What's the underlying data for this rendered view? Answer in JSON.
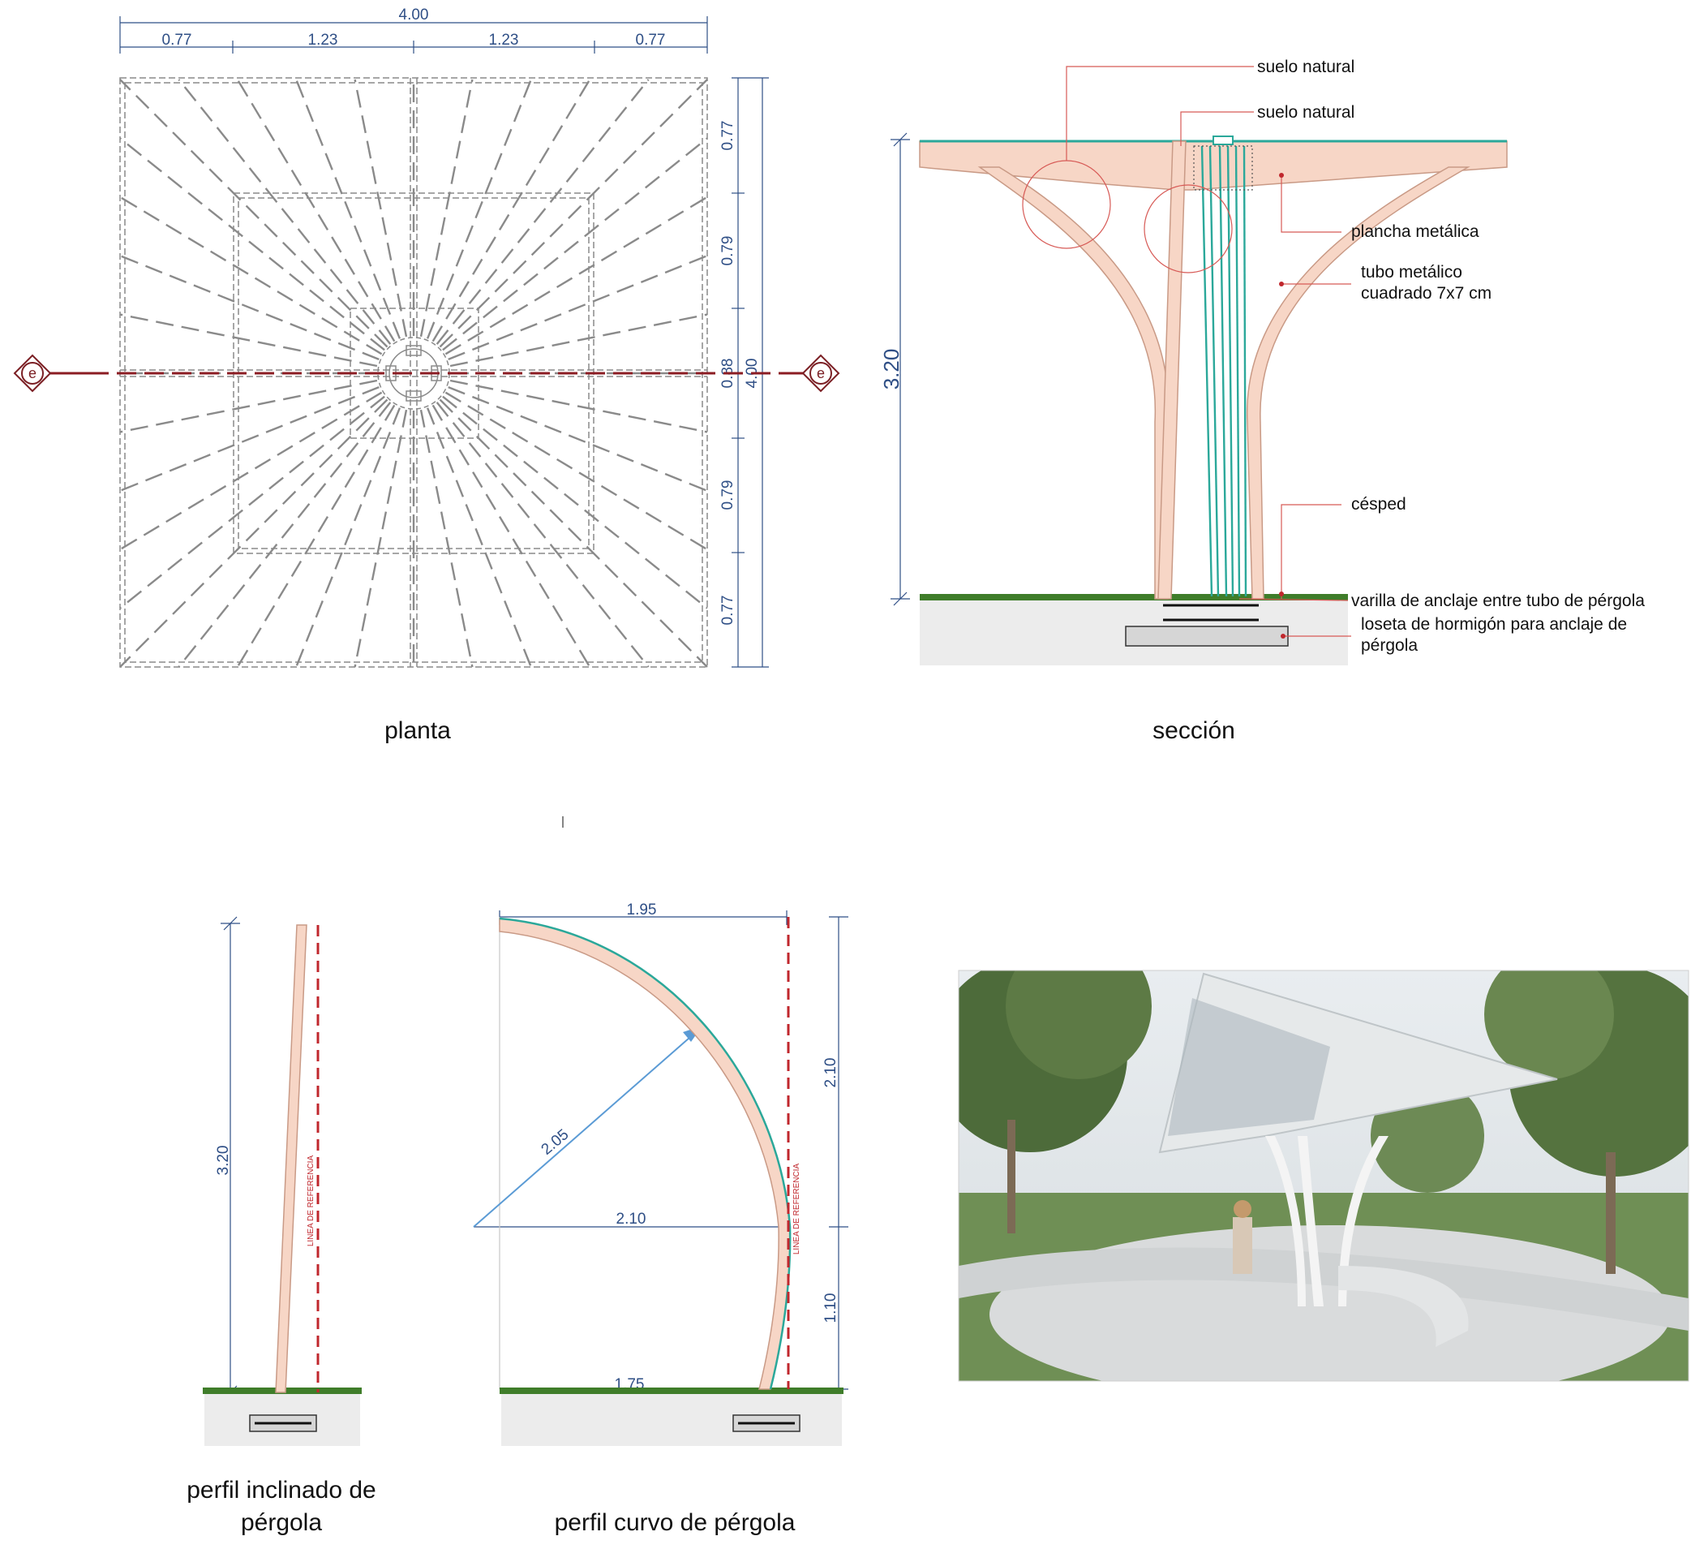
{
  "captions": {
    "planta": "planta",
    "seccion": "sección",
    "perfil_inclinado": [
      "perfil inclinado de",
      "pérgola"
    ],
    "perfil_curvo": "perfil curvo de pérgola"
  },
  "planta": {
    "dim_total_top": "4.00",
    "dims_top": [
      "0.77",
      "1.23",
      "1.23",
      "0.77"
    ],
    "dims_right": [
      "0.77",
      "0.79",
      "0.88",
      "0.79",
      "0.77"
    ],
    "dim_total_right": "4.00",
    "section_marker": "e"
  },
  "seccion": {
    "height_dim": "3.20",
    "labels": {
      "suelo_natural_1": "suelo natural",
      "suelo_natural_2": "suelo natural",
      "plancha": "plancha metálica",
      "tubo_1": "tubo metálico",
      "tubo_2": "cuadrado 7x7 cm",
      "cesped": "césped",
      "varilla": "varilla de anclaje entre tubo de pérgola",
      "loseta_1": "loseta de hormigón para anclaje de",
      "loseta_2": "pérgola"
    }
  },
  "perfil_inclinado": {
    "height_dim": "3.20",
    "reference_line": "LINEA DE REFERENCIA"
  },
  "perfil_curvo": {
    "width_top": "1.95",
    "radius": "2.05",
    "width_mid": "2.10",
    "width_bottom": "1.75",
    "height_upper": "2.10",
    "height_lower": "1.10",
    "reference_line": "LINEA DE REFERENCIA"
  },
  "render": {
    "description_label": ""
  },
  "colors": {
    "dimension": "#2f4f86",
    "section_line": "#8b1c23",
    "pergola_fill": "#f7d6c6",
    "pergola_stroke": "#c99a86",
    "cable": "#2ba89a",
    "reference_line": "#c0272d",
    "grass": "#3f7d2a"
  }
}
